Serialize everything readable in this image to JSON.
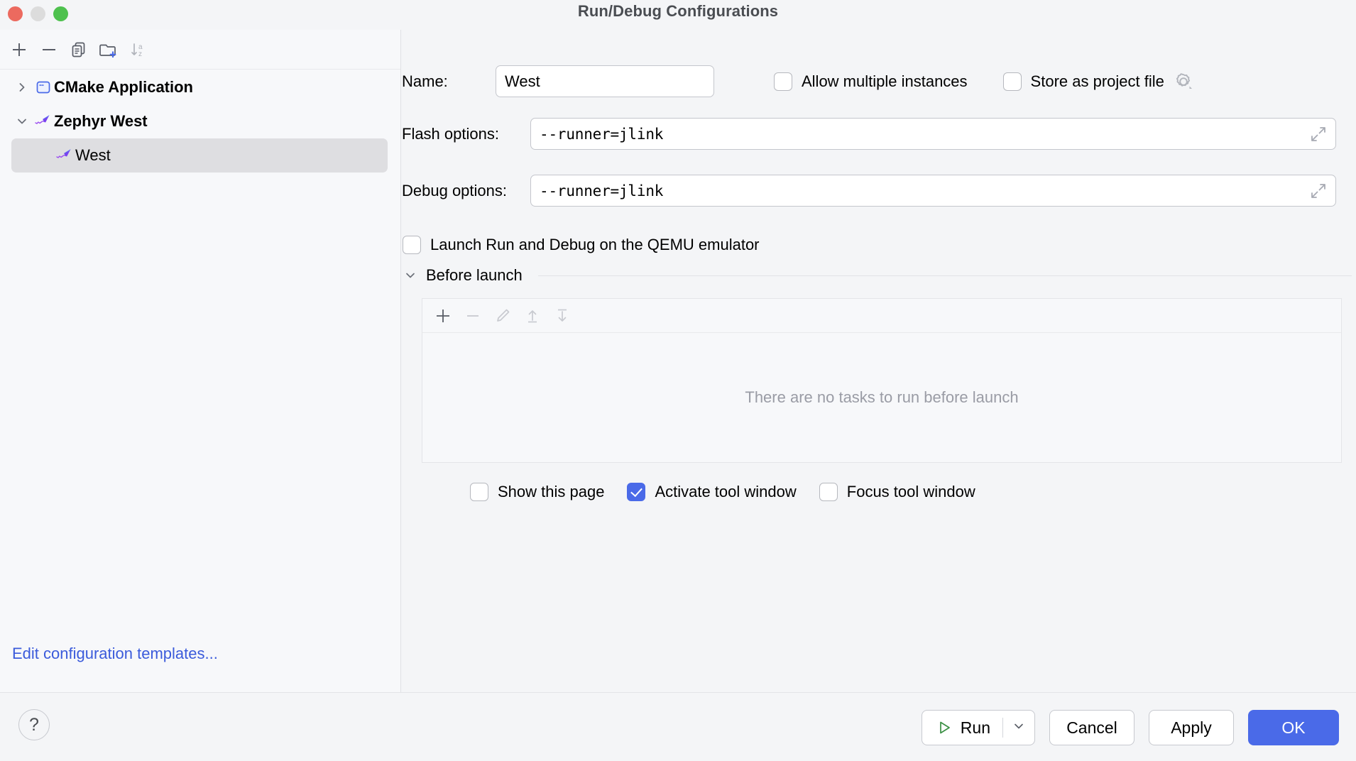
{
  "window": {
    "title": "Run/Debug Configurations",
    "traffic_lights": [
      "close",
      "minimize",
      "maximize"
    ],
    "colors": {
      "close": "#ec6a5f",
      "minimize": "#dcdcdc",
      "maximize": "#4ec14e",
      "accent": "#4a6ae8",
      "link": "#3b5bdb",
      "background": "#f4f5f7",
      "panel": "#f7f8fa",
      "selection": "#dedee1",
      "placeholder_text": "#9a9ca5"
    }
  },
  "left_pane": {
    "toolbar": [
      {
        "name": "add-configuration-button",
        "icon": "plus-icon",
        "enabled": true
      },
      {
        "name": "remove-configuration-button",
        "icon": "minus-icon",
        "enabled": true
      },
      {
        "name": "copy-configuration-button",
        "icon": "copy-icon",
        "enabled": true
      },
      {
        "name": "new-folder-button",
        "icon": "folder-add-icon",
        "enabled": true
      },
      {
        "name": "sort-configurations-button",
        "icon": "sort-az-icon",
        "enabled": false
      }
    ],
    "tree": [
      {
        "label": "CMake Application",
        "icon": "cmake-application-icon",
        "twisty": "chevron-right-icon",
        "expanded": false,
        "level": 1,
        "selected": false
      },
      {
        "label": "Zephyr West",
        "icon": "zephyr-kite-icon",
        "twisty": "chevron-down-icon",
        "expanded": true,
        "level": 1,
        "selected": false
      },
      {
        "label": "West",
        "icon": "zephyr-kite-icon",
        "twisty": "",
        "expanded": false,
        "level": 2,
        "selected": true
      }
    ],
    "edit_templates_link": "Edit configuration templates..."
  },
  "form": {
    "name_label": "Name:",
    "name_value": "West",
    "name_placeholder": "",
    "allow_multiple_instances": {
      "label": "Allow multiple instances",
      "checked": false
    },
    "store_as_project_file": {
      "label": "Store as project file",
      "checked": false,
      "gear_icon": "gear-icon"
    },
    "flash_options_label": "Flash options:",
    "flash_options_value": "--runner=jlink",
    "debug_options_label": "Debug options:",
    "debug_options_value": "--runner=jlink",
    "expand_icon": "expand-diagonal-icon",
    "launch_qemu": {
      "label": "Launch Run and Debug on the QEMU emulator",
      "checked": false
    }
  },
  "before_launch": {
    "title": "Before launch",
    "twisty": "chevron-down-icon",
    "expanded": true,
    "toolbar": [
      {
        "name": "add-task-button",
        "icon": "plus-icon",
        "enabled": true
      },
      {
        "name": "remove-task-button",
        "icon": "minus-icon",
        "enabled": false
      },
      {
        "name": "edit-task-button",
        "icon": "pencil-icon",
        "enabled": false
      },
      {
        "name": "move-task-up-button",
        "icon": "arrow-up-to-line-icon",
        "enabled": false
      },
      {
        "name": "move-task-down-button",
        "icon": "arrow-down-from-line-icon",
        "enabled": false
      }
    ],
    "empty_message": "There are no tasks to run before launch",
    "options": [
      {
        "label": "Show this page",
        "checked": false,
        "name": "show-this-page"
      },
      {
        "label": "Activate tool window",
        "checked": true,
        "name": "activate-tool-window"
      },
      {
        "label": "Focus tool window",
        "checked": false,
        "name": "focus-tool-window"
      }
    ]
  },
  "footer": {
    "help_glyph": "?",
    "run_label": "Run",
    "run_icon": "play-triangle-icon",
    "run_dropdown_icon": "chevron-down-icon",
    "cancel_label": "Cancel",
    "apply_label": "Apply",
    "ok_label": "OK"
  }
}
